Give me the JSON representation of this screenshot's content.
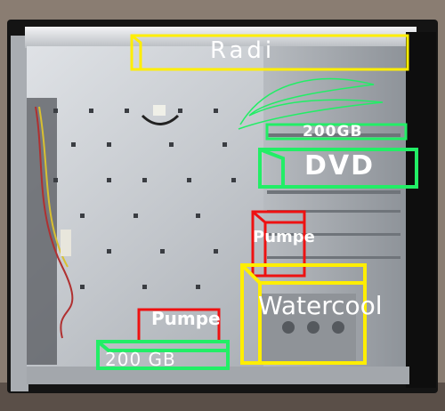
{
  "annotations": {
    "radiator": "Radi",
    "hdd_top": "200GB",
    "dvd": "DVD",
    "pump_top": "Pumpe",
    "watercool": "Watercool",
    "pump_bottom": "Pumpe",
    "hdd_bottom": "200 GB"
  },
  "colors": {
    "yellow_box": "#ffee00",
    "green_box": "#22ee66",
    "red_box": "#ee1111",
    "case_frame": "#111111",
    "case_panel": "#c9ccd0"
  }
}
